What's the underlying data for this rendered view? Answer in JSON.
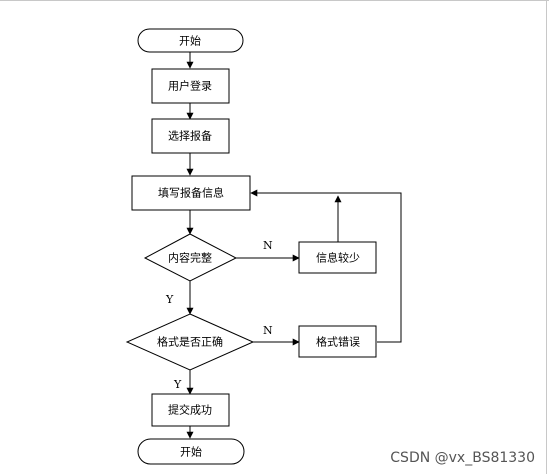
{
  "nodes": {
    "start": "开始",
    "login": "用户登录",
    "select": "选择报备",
    "fill": "填写报备信息",
    "complete_check": "内容完整",
    "format_check": "格式是否正确",
    "info_less": "信息较少",
    "format_error": "格式错误",
    "submit": "提交成功",
    "end": "开始"
  },
  "edges": {
    "n1": "N",
    "n2": "N",
    "y1": "Y",
    "y2": "Y"
  },
  "watermark": "CSDN @vx_BS81330"
}
